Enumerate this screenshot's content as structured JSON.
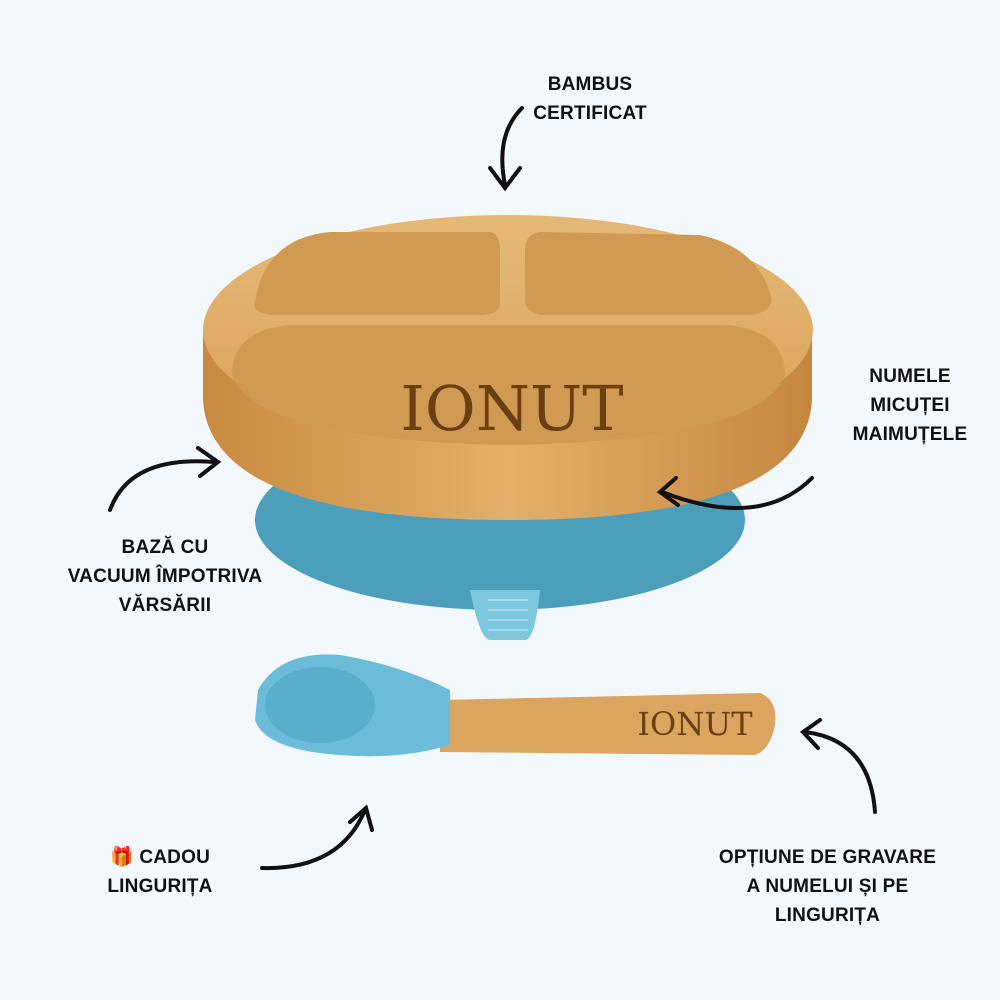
{
  "labels": {
    "bamboo": [
      "BAMBUS",
      "CERTIFICAT"
    ],
    "name": [
      "NUMELE",
      "MICUȚEI",
      "MAIMUȚELE"
    ],
    "base": [
      "BAZĂ CU",
      "VACUUM ÎMPOTRIVA",
      "VĂRSĂRII"
    ],
    "gift": [
      "CADOU",
      "LINGURIȚA"
    ],
    "engraving": [
      "OPȚIUNE DE GRAVARE",
      "A NUMELUI ȘI PE",
      "LINGURIȚA"
    ]
  },
  "engraved_name": "IONUT",
  "gift_icon": "🎁",
  "colors": {
    "background": "#f3f8fc",
    "bamboo": "#d9a25a",
    "silicone": "#4fa8c4",
    "text": "#111111"
  }
}
